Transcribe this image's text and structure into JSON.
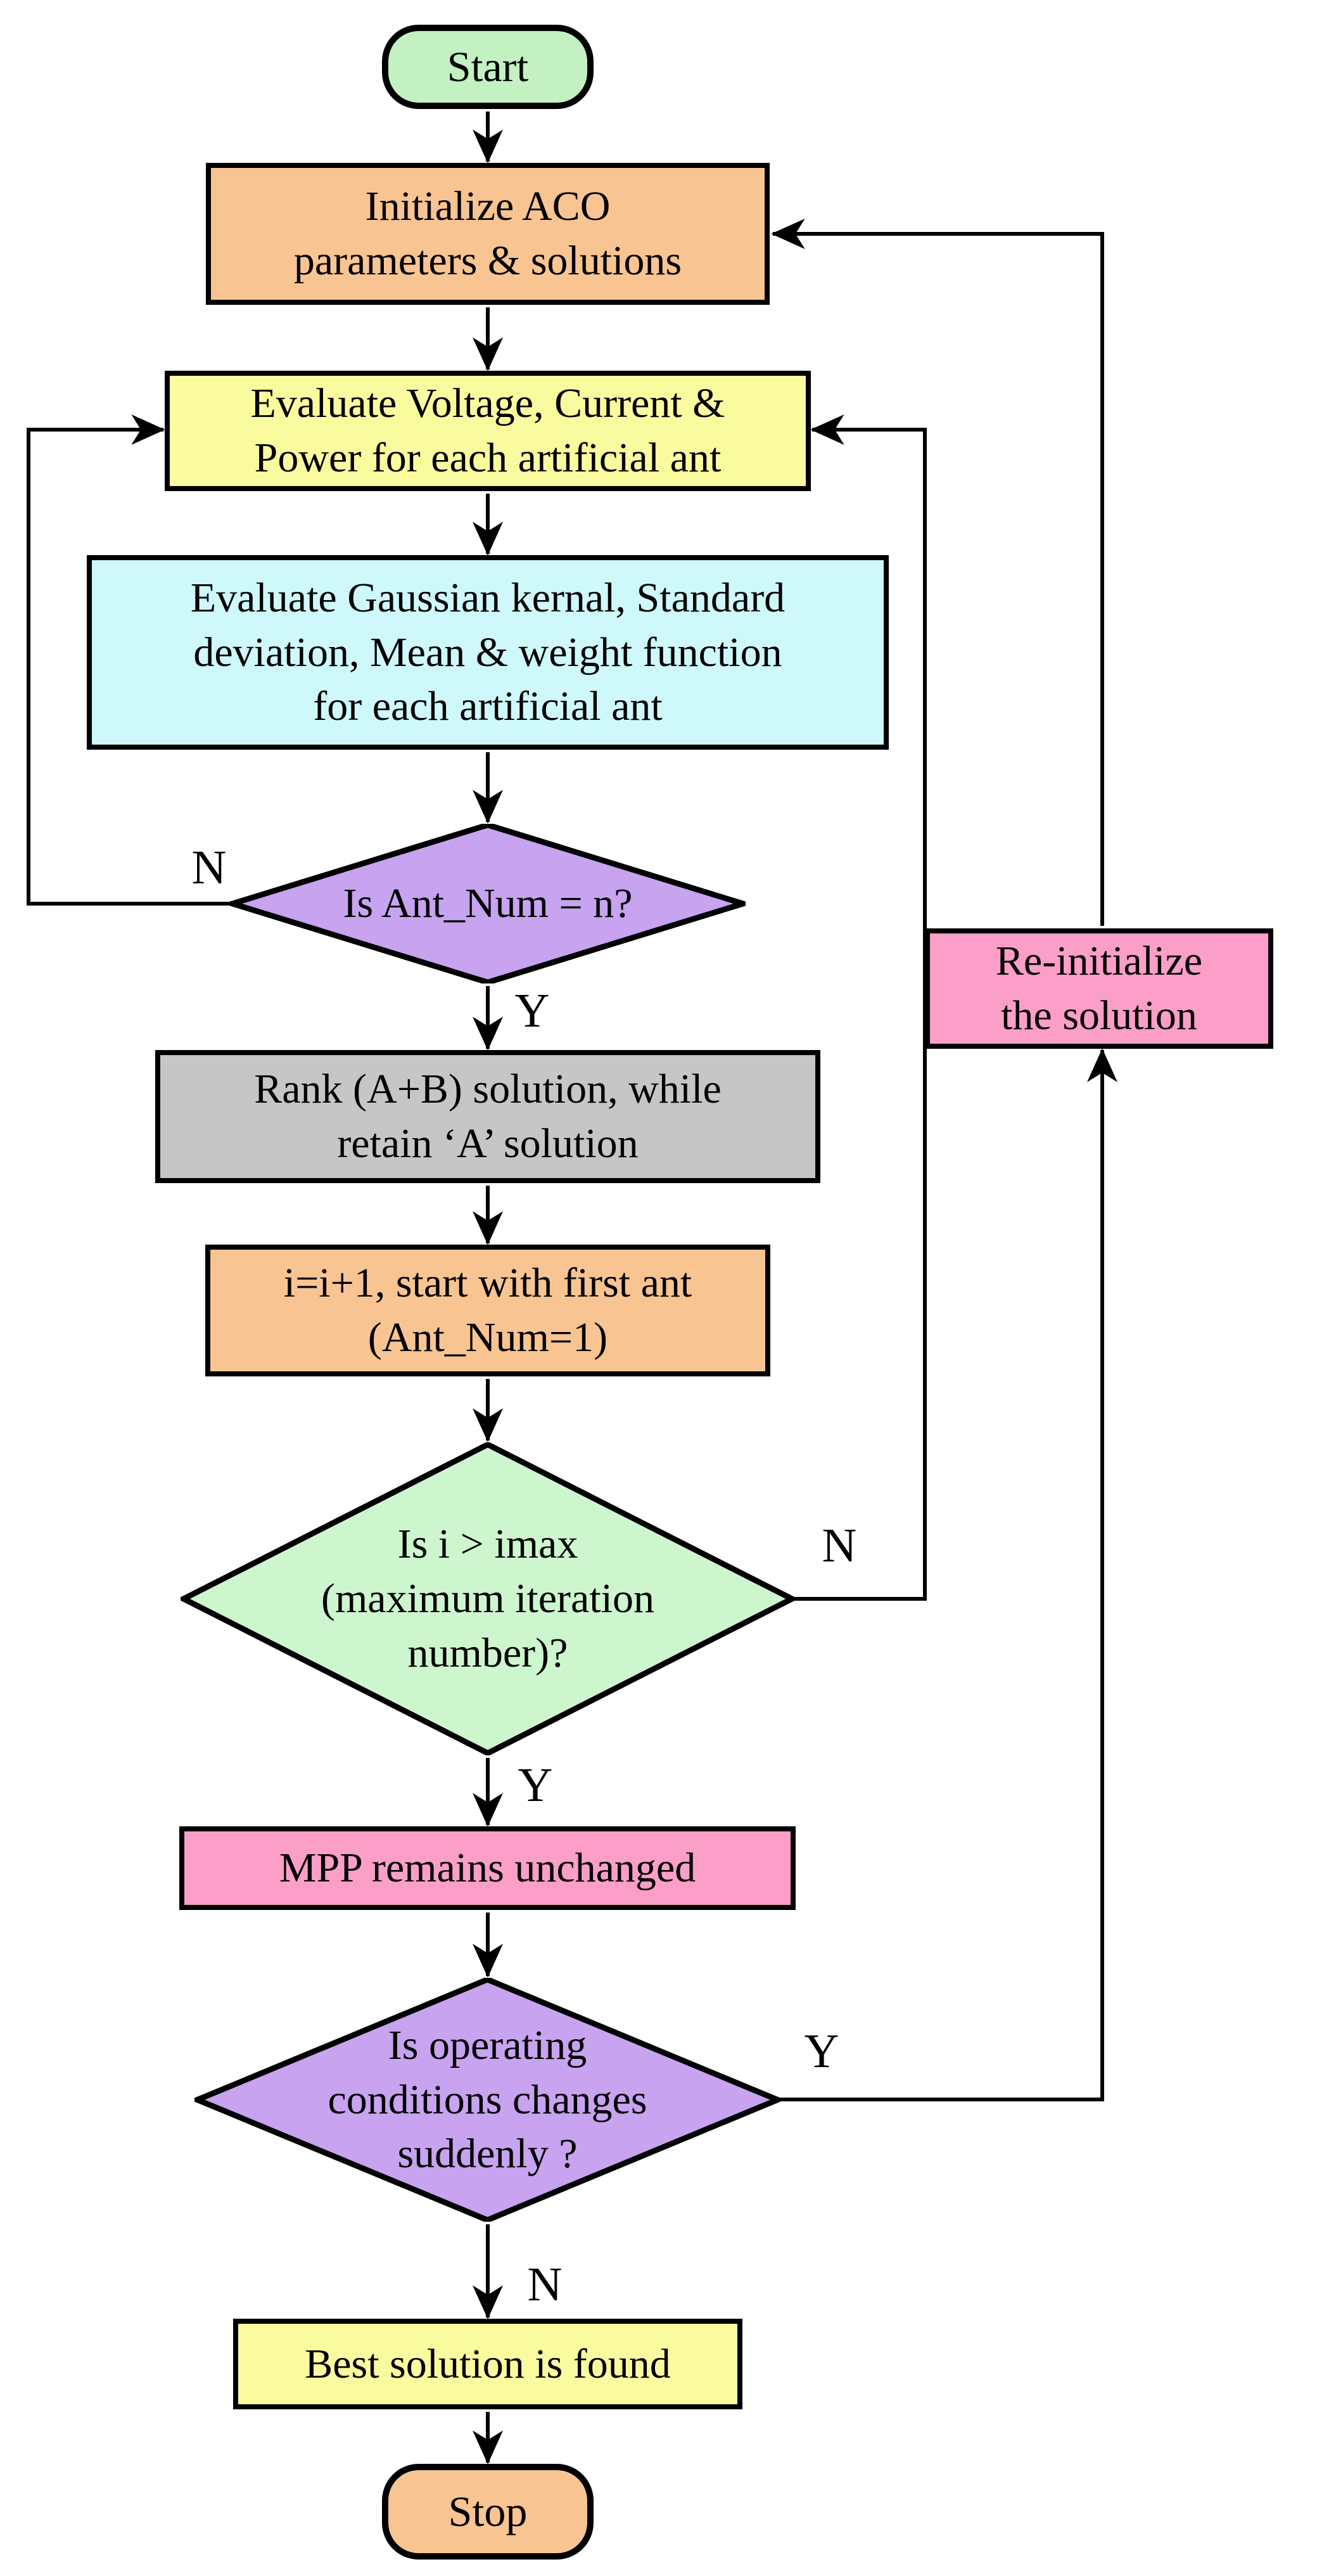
{
  "diagram": {
    "nodes": {
      "start": {
        "label": "Start",
        "fill": "#c3f1c2"
      },
      "init": {
        "label": "Initialize ACO\nparameters & solutions",
        "fill": "#f8c491"
      },
      "eval_vip": {
        "label": "Evaluate Voltage, Current &\nPower for each artificial ant",
        "fill": "#fafa9e"
      },
      "eval_gauss": {
        "label": "Evaluate Gaussian kernal, Standard\ndeviation, Mean & weight function\nfor each artificial ant",
        "fill": "#cef8fa"
      },
      "ant_num": {
        "label": "Is Ant_Num = n?",
        "fill": "#c7a3f0"
      },
      "rank": {
        "label": "Rank (A+B) solution, while\nretain ‘A’ solution",
        "fill": "#c6c6c6"
      },
      "increment": {
        "label": "i=i+1, start with first ant\n(Ant_Num=1)",
        "fill": "#f8c491"
      },
      "imax": {
        "label": "Is i > imax\n(maximum iteration\nnumber)?",
        "fill": "#cef6ce"
      },
      "mpp": {
        "label": "MPP remains unchanged",
        "fill": "#fb9ec8"
      },
      "oper": {
        "label": "Is operating\nconditions changes\nsuddenly ?",
        "fill": "#c7a3f0"
      },
      "best": {
        "label": "Best solution is found",
        "fill": "#fafa9e"
      },
      "stop": {
        "label": "Stop",
        "fill": "#f8c491"
      },
      "reinit": {
        "label": "Re-initialize\nthe solution",
        "fill": "#fb9ec8"
      }
    },
    "edge_labels": {
      "ant_num_no": "N",
      "ant_num_yes": "Y",
      "imax_no": "N",
      "imax_yes": "Y",
      "oper_yes": "Y",
      "oper_no": "N"
    },
    "colors": {
      "line": "#000000",
      "background": "#ffffff",
      "border": "#000000"
    }
  }
}
